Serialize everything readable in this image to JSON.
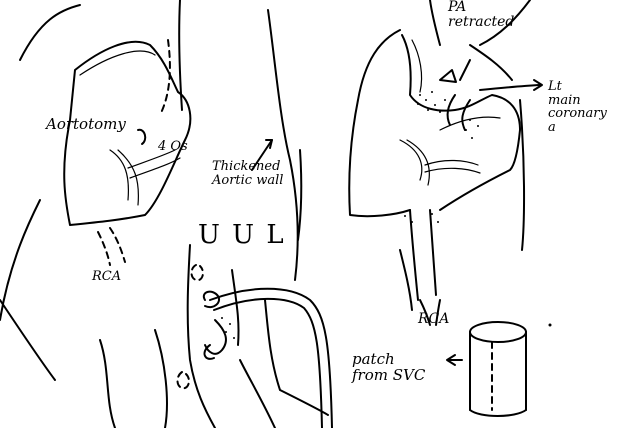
{
  "labels": {
    "aortotomy": "Aortotomy",
    "four_os": "4 Os",
    "rca_left": "RCA",
    "thickened_wall": "Thickened\nAortic wall",
    "uul": "U U L",
    "pa_retracted": "PA\nretracted",
    "lt_main_coronary": "Lt\nmain\ncoronary a",
    "rca_right": "RCA",
    "patch_from_svc": "patch\nfrom SVC"
  }
}
